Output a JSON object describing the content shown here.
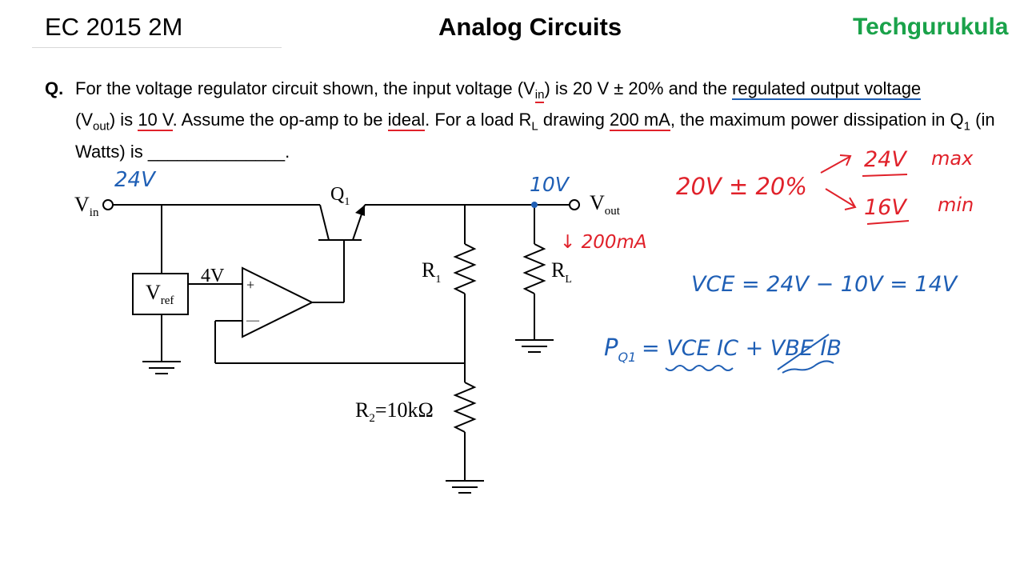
{
  "header": {
    "exam": "EC 2015 2M",
    "subject": "Analog Circuits",
    "brand": "Techgurukula",
    "brand_color": "#1aa24a"
  },
  "question": {
    "label": "Q.",
    "p1": "For the voltage regulator circuit shown, the input voltage (V",
    "vin_sub": "in",
    "p2": ") is 20 V ± 20% and the ",
    "regulated": "regulated output voltage",
    "p3": "(V",
    "vout_sub": "out",
    "p4": ") is ",
    "ten_v": "10 V",
    "p5": ". Assume the op-amp to be ",
    "ideal": "ideal",
    "p6": ". For a load R",
    "rl_sub": "L",
    "p7": " drawing ",
    "load_current": "200 mA",
    "p8": ", the maximum power dissipation in Q",
    "q_sub": "1",
    "p9": " (in Watts) is ______________."
  },
  "circuit": {
    "vin": "V",
    "vin_sub": "in",
    "vout": "V",
    "vout_sub": "out",
    "q1": "Q",
    "q1_sub": "1",
    "vref": "V",
    "vref_sub": "ref",
    "r1": "R",
    "r1_sub": "1",
    "rl": "R",
    "rl_sub": "L",
    "r2": "R",
    "r2_sub": "2",
    "r2_val": "=10kΩ",
    "ref_voltage": "4V",
    "plus": "+",
    "minus": "—"
  },
  "annotations": {
    "vin_value": "24V",
    "vout_value": "10V",
    "load_current": "↓ 200mA",
    "range": "20V ± 20%",
    "max_value": "24V",
    "max_label": "max",
    "min_value": "16V",
    "min_label": "min",
    "vce_eq": "VCE = 24V − 10V = 14V",
    "power_lhs": "P",
    "power_lhs_sub": "Q1",
    "power_rhs": "= VCE IC + VBE IB",
    "blue": "#1f5fb5",
    "red": "#e0212a"
  }
}
